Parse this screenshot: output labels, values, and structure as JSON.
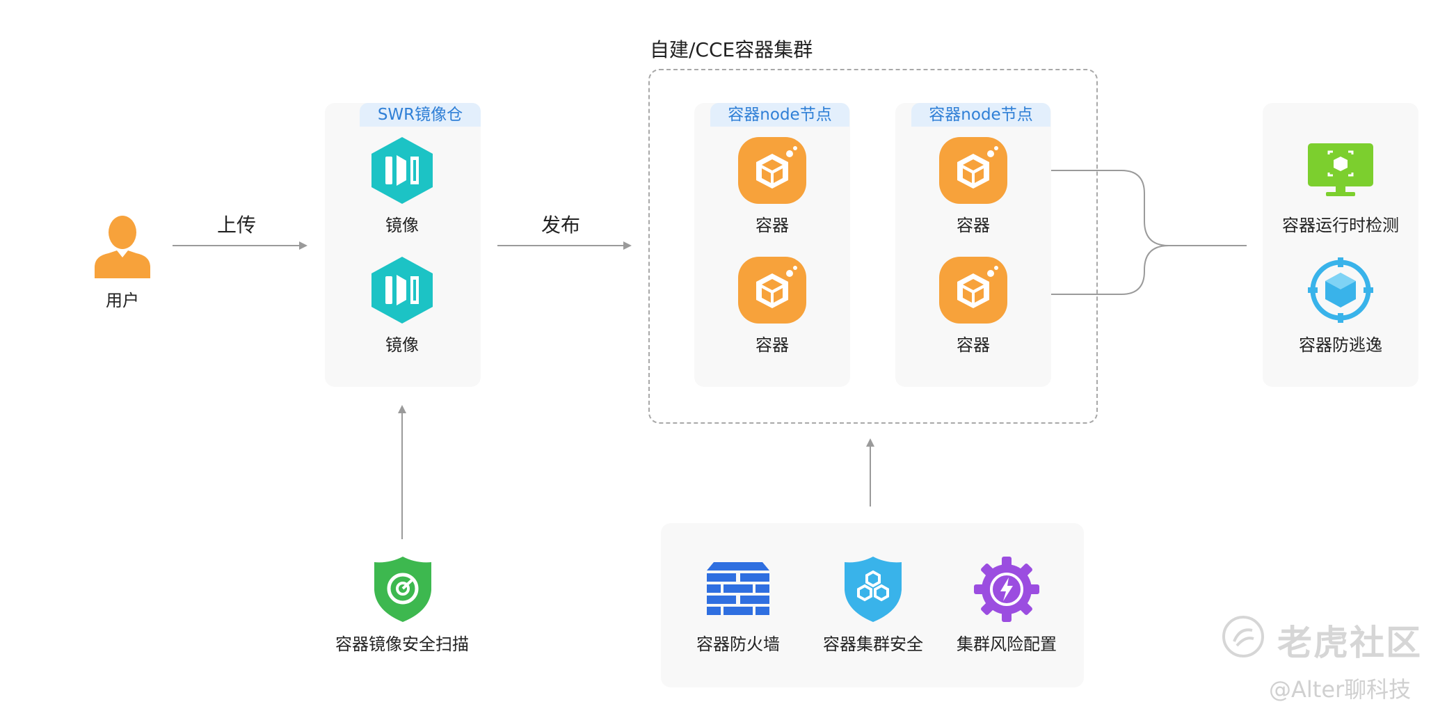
{
  "user": {
    "label": "用户"
  },
  "flows": {
    "upload": "上传",
    "publish": "发布"
  },
  "registry": {
    "tag": "SWR镜像仓",
    "items": [
      {
        "label": "镜像"
      },
      {
        "label": "镜像"
      }
    ]
  },
  "cluster": {
    "title": "自建/CCE容器集群",
    "nodes": [
      {
        "tag": "容器node节点",
        "containers": [
          {
            "label": "容器"
          },
          {
            "label": "容器"
          }
        ]
      },
      {
        "tag": "容器node节点",
        "containers": [
          {
            "label": "容器"
          },
          {
            "label": "容器"
          }
        ]
      }
    ]
  },
  "runtime": {
    "items": [
      {
        "label": "容器运行时检测"
      },
      {
        "label": "容器防逃逸"
      }
    ]
  },
  "scan": {
    "label": "容器镜像安全扫描"
  },
  "bottom": {
    "items": [
      {
        "label": "容器防火墙"
      },
      {
        "label": "容器集群安全"
      },
      {
        "label": "集群风险配置"
      }
    ]
  },
  "watermark": {
    "main": "老虎社区",
    "sub": "@Alter聊科技"
  },
  "colors": {
    "orange": "#f7a23b",
    "teal": "#1cc3c5",
    "green": "#3db84f",
    "blue": "#2f7fd6",
    "lime": "#7ccf2e",
    "purple": "#9b4de0",
    "arrow": "#9a9a9a"
  }
}
